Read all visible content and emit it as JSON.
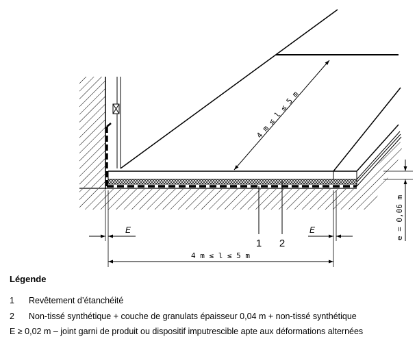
{
  "figure": {
    "dim_length_diagonal": "4 m ≤ l ≤ 5 m",
    "dim_length_bottom": "4 m ≤ l ≤ 5 m",
    "dim_joint_left": "E",
    "dim_joint_right": "E",
    "dim_thickness": "e = 0,06 m",
    "callout_1": "1",
    "callout_2": "2"
  },
  "legend": {
    "title": "Légende",
    "items": [
      {
        "key": "1",
        "text": "Revêtement d’étanchéité"
      },
      {
        "key": "2",
        "text": "Non-tissé synthétique + couche de granulats épaisseur 0,04 m + non-tissé synthétique"
      }
    ],
    "note": "E ≥ 0,02 m – joint garni de produit ou dispositif imputrescible apte aux déformations alternées"
  }
}
